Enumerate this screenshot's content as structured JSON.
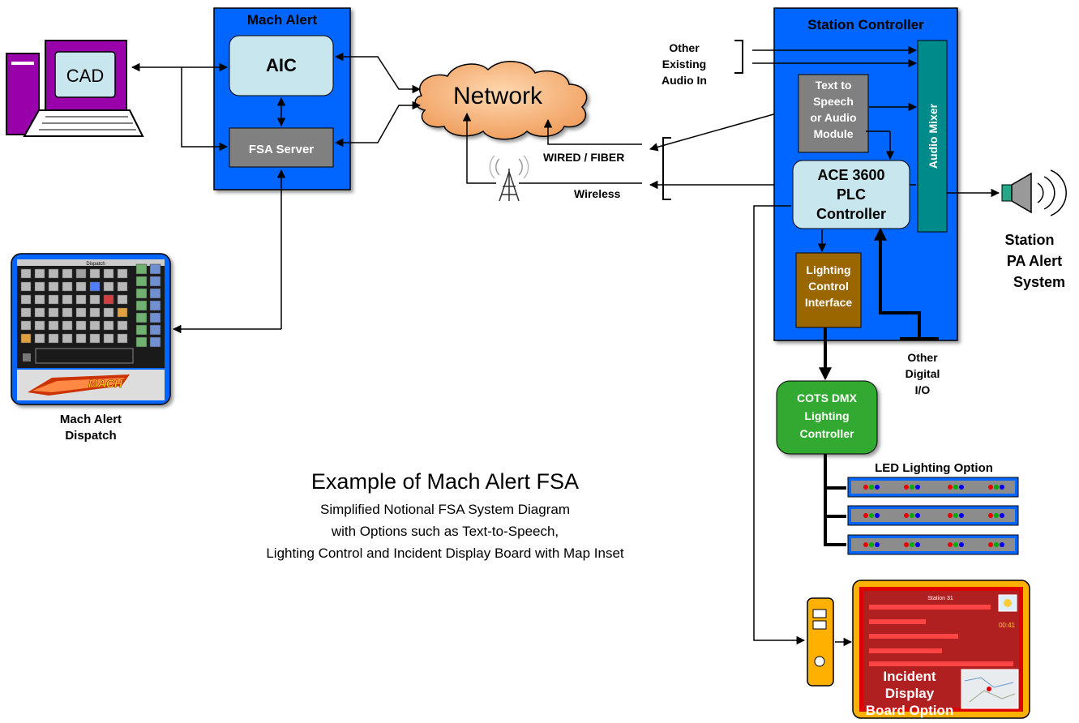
{
  "mach_alert": {
    "title": "Mach Alert",
    "aic": "AIC",
    "fsa_server": "FSA Server"
  },
  "cad": "CAD",
  "network": "Network",
  "links": {
    "wired": "WIRED / FIBER",
    "wireless": "Wireless"
  },
  "station_controller": {
    "title": "Station Controller",
    "other_audio": [
      "Other",
      "Existing",
      "Audio In"
    ],
    "tts": [
      "Text to",
      "Speech",
      "or Audio",
      "Module"
    ],
    "audio_mixer": "Audio Mixer",
    "ace": [
      "ACE 3600",
      "PLC",
      "Controller"
    ],
    "lighting_interface": [
      "Lighting",
      "Control",
      "Interface"
    ],
    "other_digital": [
      "Other",
      "Digital",
      "I/O"
    ]
  },
  "station_pa": [
    "Station",
    "PA Alert",
    "System"
  ],
  "cots_dmx": [
    "COTS DMX",
    "Lighting",
    "Controller"
  ],
  "led_option": "LED Lighting Option",
  "dispatch": {
    "label": [
      "Mach Alert",
      "Dispatch"
    ],
    "screen_title": "Dispatch",
    "logo": "MACH"
  },
  "caption": {
    "title": "Example of Mach Alert FSA",
    "lines": [
      "Simplified Notional FSA System Diagram",
      "with Options such as Text-to-Speech,",
      "Lighting Control and Incident Display Board with Map Inset"
    ]
  },
  "incident_board": {
    "label": [
      "Incident",
      "Display",
      "Board Option"
    ],
    "header": "Station 31",
    "timer": "00:41"
  },
  "colors": {
    "blue_panel": "#0066ff",
    "gray_box": "#808080",
    "light_box": "#c8e6ee",
    "teal_mixer": "#008b8b",
    "brown_box": "#996600",
    "green_box": "#33aa33",
    "orange_cloud": "#f5b070",
    "purple_pc": "#9900aa",
    "incident_orange": "#ff6600",
    "incident_red": "#dd0000"
  }
}
